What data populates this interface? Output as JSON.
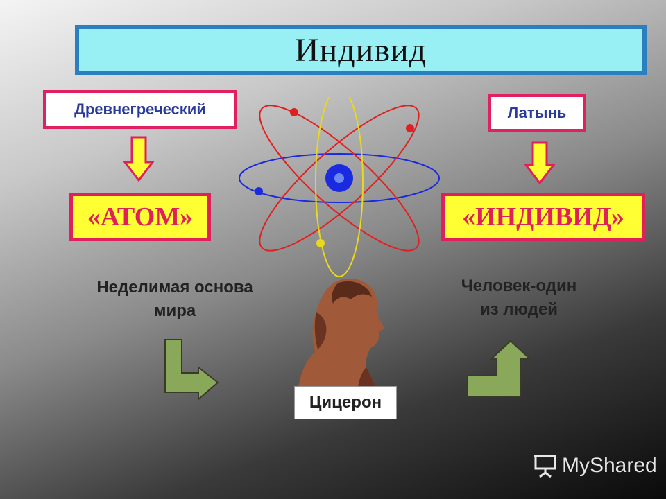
{
  "title": "Индивид",
  "left": {
    "language": "Древнегреческий",
    "term": "«АТОМ»",
    "meaning_line1": "Неделимая основа",
    "meaning_line2": "мира"
  },
  "right": {
    "language": "Латынь",
    "term": "«ИНДИВИД»",
    "meaning_line1": "Человек-один",
    "meaning_line2": "из людей"
  },
  "center": {
    "person": "Цицерон"
  },
  "watermark": "MyShared",
  "colors": {
    "title_bg": "#99f0f4",
    "title_border": "#2a7fc0",
    "term_bg": "#ffff33",
    "accent_red": "#e0205a",
    "arrow_yellow": "#ffff33",
    "arrow_green": "#8aa85a"
  },
  "icons": [
    "atom-icon",
    "down-arrow-icon",
    "bent-arrow-icon",
    "bust-icon",
    "presentation-icon"
  ]
}
